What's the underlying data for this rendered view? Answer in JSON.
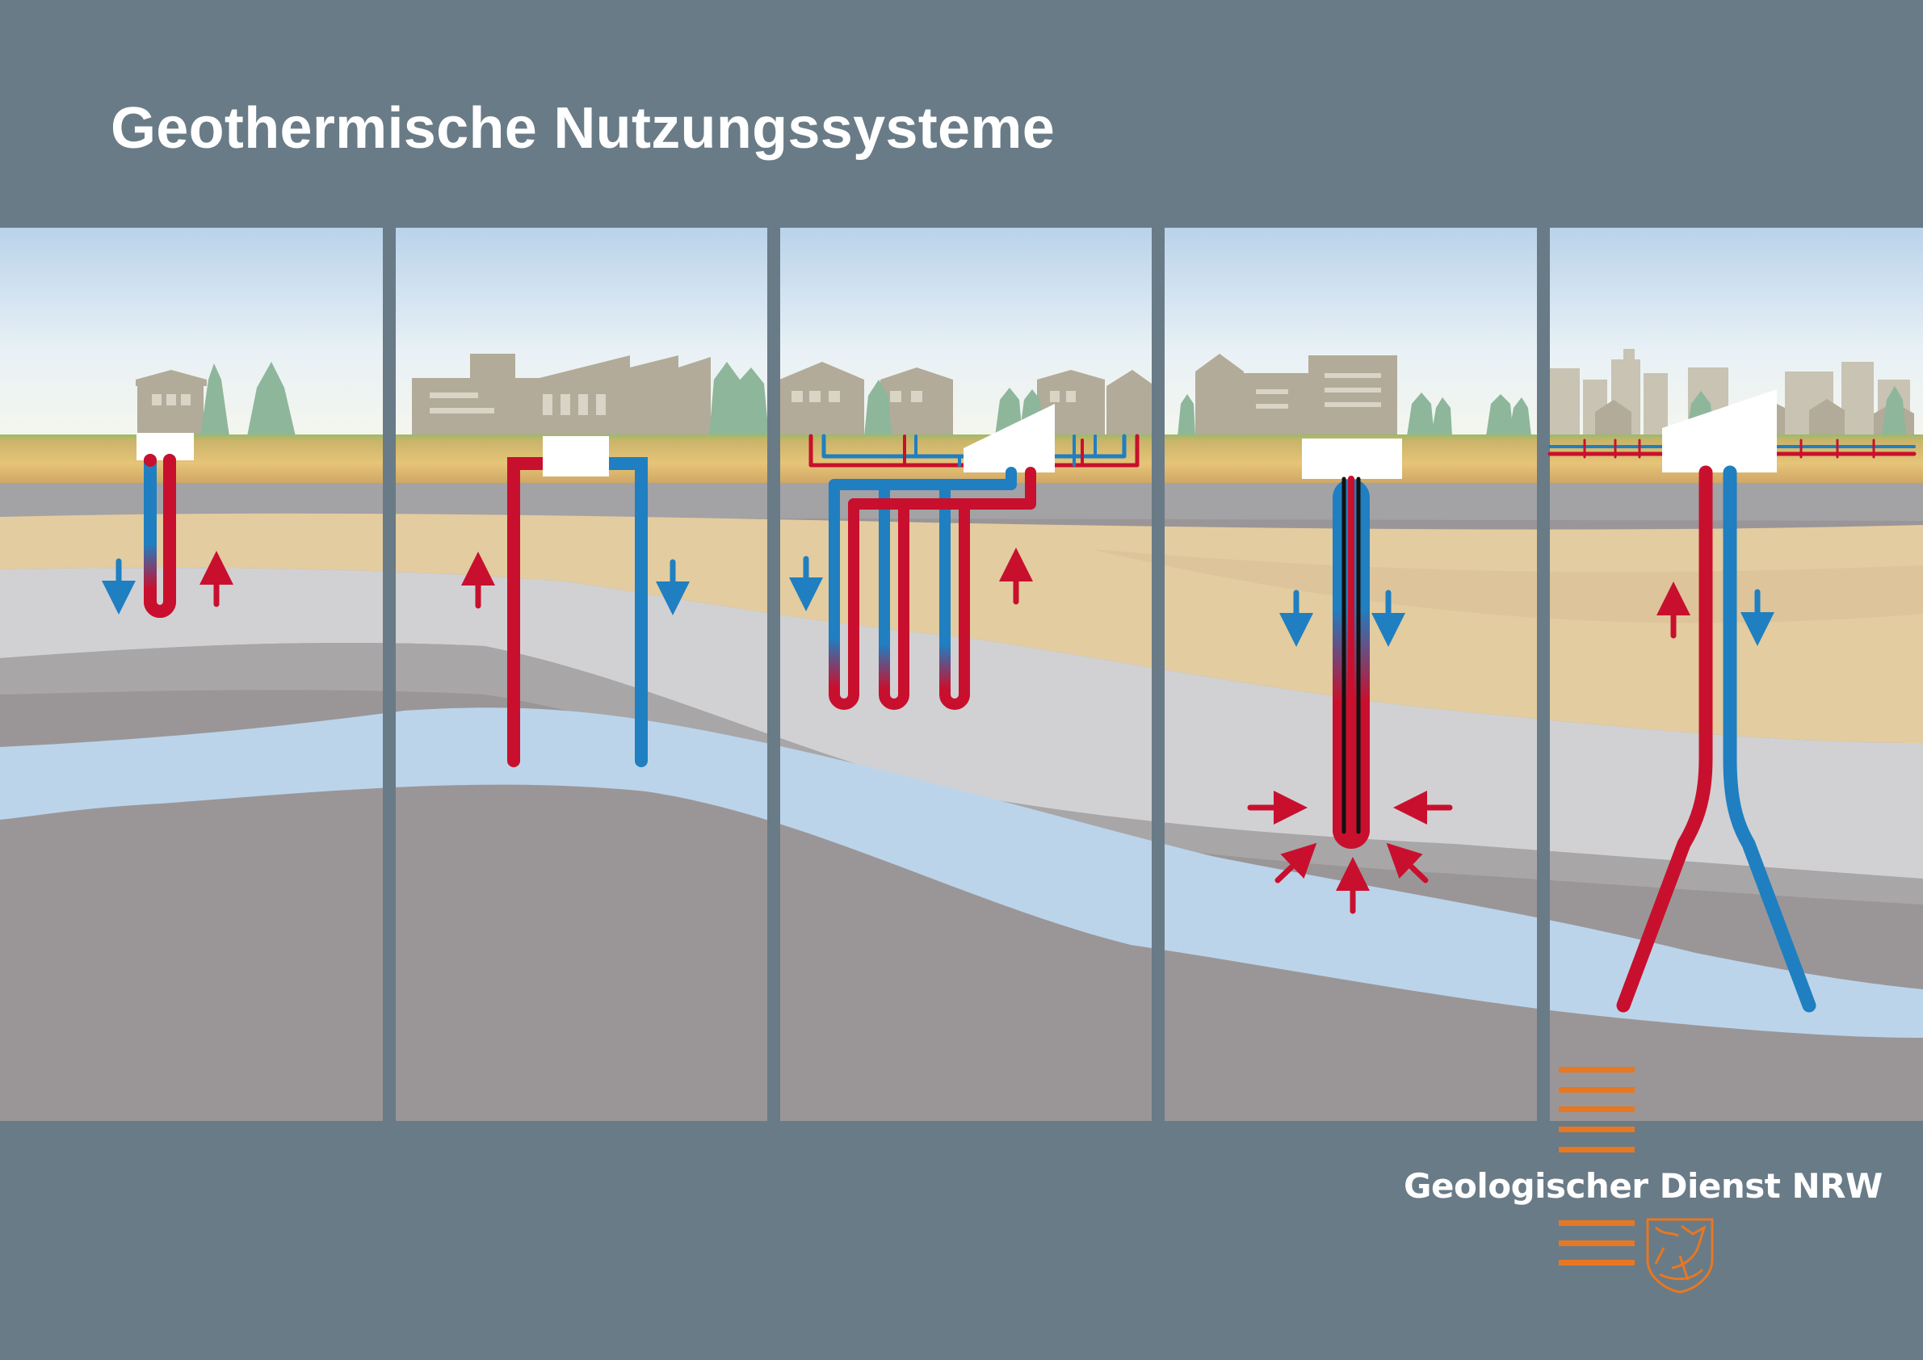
{
  "title": "Geothermische Nutzungssysteme",
  "brand": {
    "name": "Geologischer Dienst NRW",
    "logo_icon": "nrw-coat-of-arms-horse-icon",
    "accent_color": "#e87722"
  },
  "panels": [
    {
      "id": "borehole-heat-exchanger",
      "icon": "single-u-tube-probe"
    },
    {
      "id": "groundwater-well-pair",
      "icon": "well-doublet"
    },
    {
      "id": "probe-field",
      "icon": "multiple-u-tube-probes"
    },
    {
      "id": "deep-borehole-heat-exchanger",
      "icon": "coaxial-deep-probe"
    },
    {
      "id": "hydrothermal-doublet",
      "icon": "deviated-doublet"
    }
  ],
  "colors": {
    "background": "#697b87",
    "hot_pipe": "#c8102e",
    "cold_pipe": "#1f7fc1",
    "groundwater": "#bcd4ea",
    "rock_dark": "#9a9697",
    "rock_light": "#d1d1d3",
    "sand": "#e3ccA0",
    "buildings": "#b2ab99",
    "trees": "#8eb69b"
  }
}
